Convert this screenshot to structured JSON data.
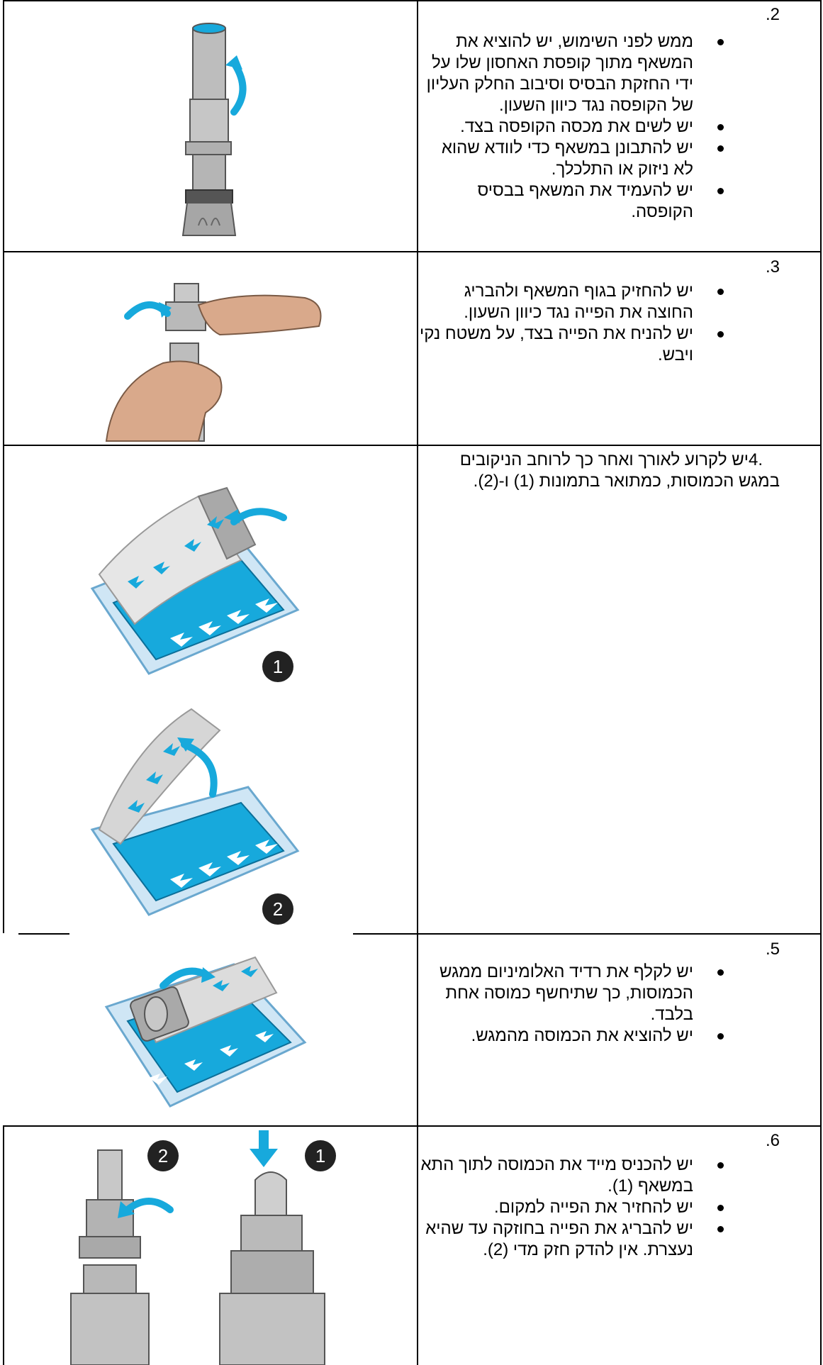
{
  "steps": [
    {
      "number": ".2",
      "bullets": [
        "ממש לפני השימוש, יש להוציא את המשאף מתוך קופסת האחסון שלו על ידי החזקת הבסיס וסיבוב החלק העליון של הקופסה נגד כיוון השעון.",
        "יש לשים את מכסה הקופסה בצד.",
        "יש להתבונן במשאף כדי לוודא שהוא לא ניזוק או התלכלך.",
        "יש להעמיד את המשאף בבסיס הקופסה."
      ]
    },
    {
      "number": ".3",
      "bullets": [
        "יש להחזיק בגוף המשאף ולהבריג החוצה את הפייה נגד כיוון השעון.",
        "יש להניח את הפייה בצד, על משטח נקי ויבש."
      ]
    },
    {
      "number": "4.",
      "text": "יש לקרוע לאורך ואחר כך לרוחב הניקובים במגש הכמוסות, כמתואר בתמונות (1) ו-(2)."
    },
    {
      "number": ".5",
      "bullets": [
        "יש לקלף את רדיד האלומיניום ממגש הכמוסות, כך שתיחשף כמוסה אחת בלבד.",
        "יש להוציא את הכמוסה מהמגש."
      ]
    },
    {
      "number": ".6",
      "bullets": [
        "יש להכניס מייד את הכמוסה לתוך התא במשאף (1).",
        "יש להחזיר את הפייה למקום.",
        "יש להבריג את הפייה בחוזקה עד שהיא נעצרת. אין להדק חזק מדי (2)."
      ]
    }
  ],
  "figure_badges": [
    "1",
    "2",
    "2",
    "1"
  ],
  "colors": {
    "accent": "#17a9dc",
    "grey": "#9c9c9c",
    "skin": "#d9a98b"
  }
}
